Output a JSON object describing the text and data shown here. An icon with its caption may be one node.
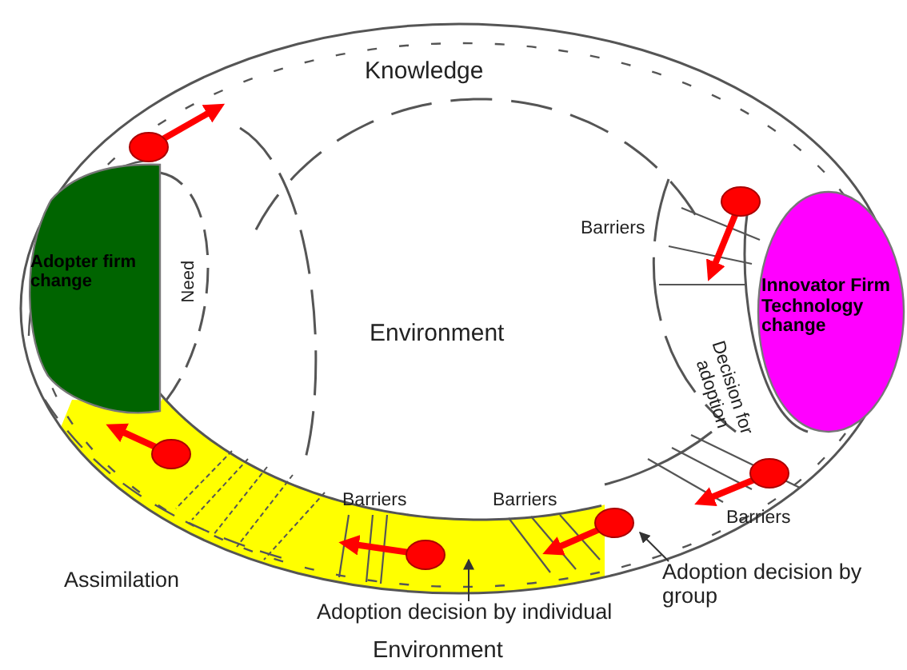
{
  "diagram": {
    "nodes": [
      {
        "text": [
          "Adopter firm change"
        ]
      },
      {
        "text": [
          "Innovator Firm Technology change"
        ]
      },
      {
        "text": [
          "Adoption decision by group"
        ]
      },
      {
        "text": [
          "Adoption decision by individual"
        ]
      }
    ],
    "edges": [
      {
        "from": 2,
        "to": null,
        "arrow": "to"
      },
      {
        "from": 3,
        "to": null,
        "arrow": "to"
      }
    ],
    "labels": [
      "Knowledge",
      "Barriers",
      "Need",
      "Environment",
      "Decision for adoption",
      "Barriers",
      "Barriers",
      "Barriers",
      "Assimilation",
      "Environment"
    ]
  }
}
